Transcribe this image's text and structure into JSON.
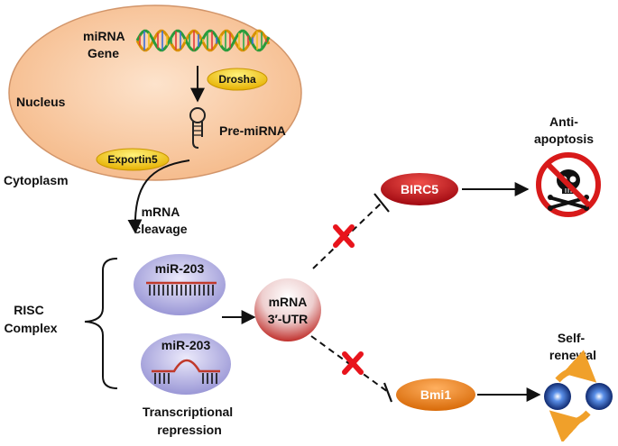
{
  "nucleus_label": "Nucleus",
  "cytoplasm_label": "Cytoplasm",
  "mirna_gene": [
    "miRNA",
    "Gene"
  ],
  "drosha": "Drosha",
  "pre_mirna": "Pre-miRNA",
  "exportin": "Exportin5",
  "mrna_cleavage": [
    "mRNA",
    "cleavage"
  ],
  "risc_complex": [
    "RISC",
    "Complex"
  ],
  "mir_top": "miR-203",
  "mir_bottom": "miR-203",
  "transcriptional_repression": [
    "Transcriptional",
    "repression"
  ],
  "mrna_utr": [
    "mRNA",
    "3′-UTR"
  ],
  "birc5": "BIRC5",
  "bmi1": "Bmi1",
  "anti_apoptosis": [
    "Anti-",
    "apoptosis"
  ],
  "self_renewal": [
    "Self-",
    "renewal"
  ],
  "colors": {
    "nucleus": "#f7c49a",
    "drosha_pill": "#f2c200",
    "birc5": "#c8101a",
    "bmi1": "#e87812",
    "mirna_oval": "#b9b7e6",
    "utr": "#c9302c",
    "inhibit_x": "#e8141c",
    "no_sign": "#d81a1a",
    "renewal_arrows": "#f0a02a"
  }
}
